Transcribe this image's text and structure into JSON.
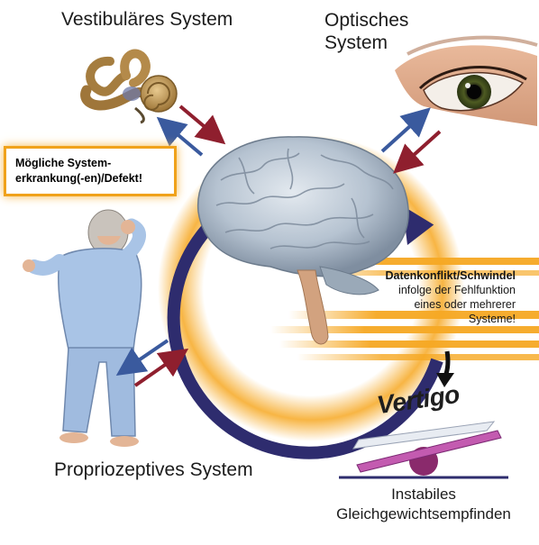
{
  "labels": {
    "vestibular": "Vestibuläres System",
    "optical_line1": "Optisches",
    "optical_line2": "System",
    "proprioceptive": "Propriozeptives System",
    "instability_line1": "Instabiles",
    "instability_line2": "Gleichgewichtsempfinden"
  },
  "warning": {
    "line1": "Mögliche System-",
    "line2": "erkrankung(-en)/Defekt!"
  },
  "conflict": {
    "title": "Datenkonflikt/Schwindel",
    "line1": "infolge der Fehlfunktion",
    "line2": "eines oder mehrerer",
    "line3": "Systeme!"
  },
  "vertigo_label": "Vertigo",
  "colors": {
    "cycle_arrow": "#2e2c6e",
    "glow": "#f6a823",
    "arrow_red": "#8f1f2e",
    "arrow_blue": "#3a5a9e",
    "brain": "#b9c6d3",
    "pajamas": "#a9c4e6",
    "seesaw_plank": "#c35bb0",
    "seesaw_ball": "#8a2a6c"
  },
  "icons": [
    "inner-ear-icon",
    "eye-icon",
    "brain-icon",
    "person-icon",
    "seesaw-icon"
  ]
}
